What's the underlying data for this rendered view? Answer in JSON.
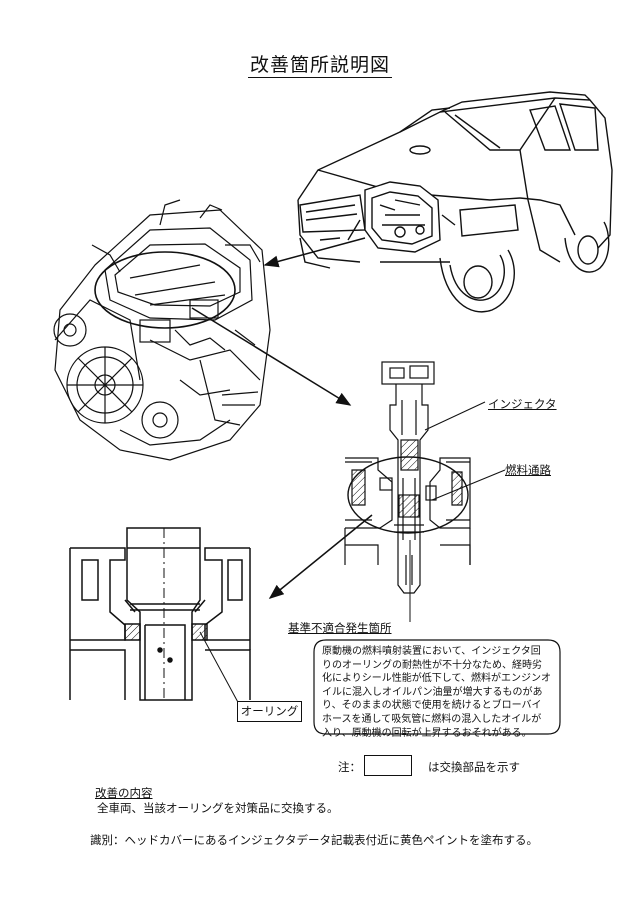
{
  "title": "改善箇所説明図",
  "labels": {
    "injector": "インジェクタ",
    "fuel_passage": "燃料通路",
    "nonconformity_location": "基準不適合発生箇所",
    "o_ring": "オーリング"
  },
  "description_lines": [
    "原動機の燃料噴射装置において、インジェクタ回",
    "りのオーリングの耐熱性が不十分なため、経時劣",
    "化によりシール性能が低下して、燃料がエンジンオ",
    "イルに混入しオイルパン油量が増大するものがあ",
    "り、そのままの状態で使用を続けるとブローバイ",
    "ホースを通して吸気管に燃料の混入したオイルが",
    "入り、原動機の回転が上昇するおそれがある。"
  ],
  "note": {
    "prefix": "注：",
    "suffix": "は交換部品を示す"
  },
  "improvement": {
    "heading": "改善の内容",
    "body": "全車両、当該オーリングを対策品に交換する。"
  },
  "identification": "識別：ヘッドカバーにあるインジェクタデータ記載表付近に黄色ペイントを塗布する。"
}
